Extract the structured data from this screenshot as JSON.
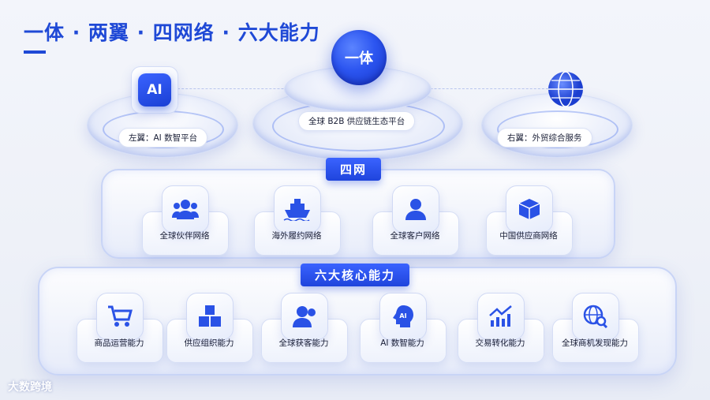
{
  "title": "一体 · 两翼 · 四网络 · 六大能力",
  "center": {
    "badge": "一体",
    "label": "全球 B2B 供应链生态平台"
  },
  "left_wing": {
    "badge": "AI",
    "label": "左翼：AI 数智平台"
  },
  "right_wing": {
    "label": "右翼：外贸综合服务"
  },
  "networks": {
    "title": "四网",
    "items": [
      {
        "label": "全球伙伴网络",
        "icon": "users-icon"
      },
      {
        "label": "海外履约网络",
        "icon": "ship-icon"
      },
      {
        "label": "全球客户网络",
        "icon": "user-icon"
      },
      {
        "label": "中国供应商网络",
        "icon": "cube-icon"
      }
    ]
  },
  "capabilities": {
    "title": "六大核心能力",
    "items": [
      {
        "label": "商品运营能力",
        "icon": "cart-icon"
      },
      {
        "label": "供应组织能力",
        "icon": "boxes-icon"
      },
      {
        "label": "全球获客能力",
        "icon": "user-add-icon"
      },
      {
        "label": "AI 数智能力",
        "icon": "ai-head-icon",
        "badge": "AI"
      },
      {
        "label": "交易转化能力",
        "icon": "chart-up-icon"
      },
      {
        "label": "全球商机发现能力",
        "icon": "globe-search-icon"
      }
    ]
  },
  "brand": "大数跨境",
  "colors": {
    "accent": "#1f49d6",
    "icon": "#2a52e6"
  }
}
